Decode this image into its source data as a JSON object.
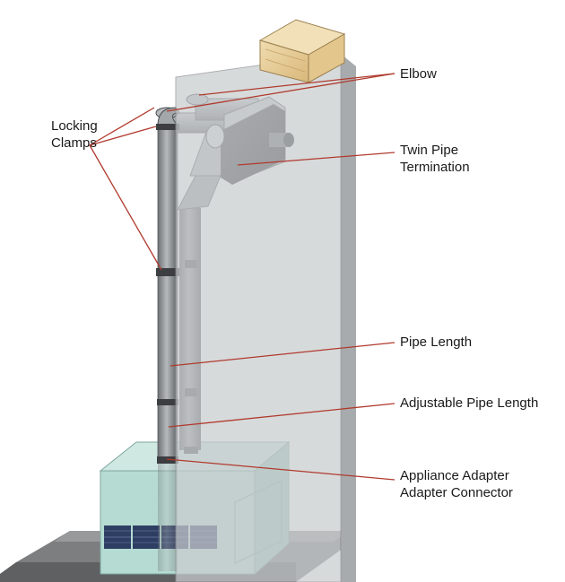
{
  "labels": {
    "elbow": "Elbow",
    "locking_clamps_line1": "Locking",
    "locking_clamps_line2": "Clamps",
    "twin_pipe_line1": "Twin Pipe",
    "twin_pipe_line2": "Termination",
    "pipe_length": "Pipe Length",
    "adjustable_pipe_length": "Adjustable Pipe Length",
    "adapter_line1": "Appliance Adapter",
    "adapter_line2": "Adapter Connector"
  },
  "colors": {
    "leader_line": "#b03a2e",
    "wall": "#c9ccce",
    "pipe": "#8a8d91",
    "appliance": "#a9d2c9",
    "joist": "#e8cf9c",
    "floor": "#7d7e80",
    "termination": "#3b3c3e"
  }
}
